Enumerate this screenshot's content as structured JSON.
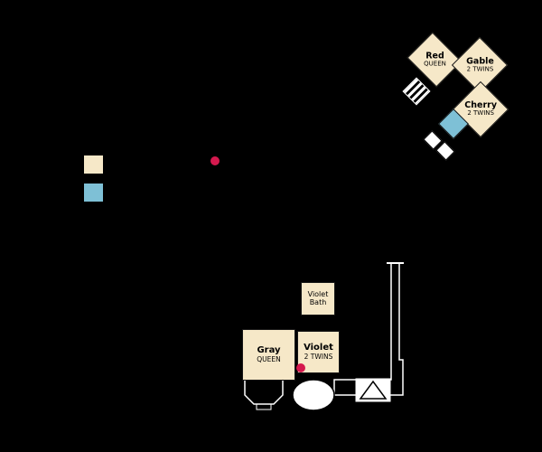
{
  "colors": {
    "background": "#000000",
    "guest_room_fill": "#F6E8C8",
    "bathroom_fill": "#7EC0D6",
    "marker_red": "#D5194E",
    "outline_white": "#FFFFFF"
  },
  "legend": {
    "swatches": [
      {
        "name": "guest-room-color",
        "color": "#F6E8C8"
      },
      {
        "name": "bathroom-color",
        "color": "#7EC0D6"
      }
    ]
  },
  "rooms": {
    "red": {
      "name": "Red",
      "beds": "QUEEN"
    },
    "gable": {
      "name": "Gable",
      "beds": "2 TWINS"
    },
    "cherry": {
      "name": "Cherry",
      "beds": "2 TWINS"
    },
    "violet_bath": {
      "name": "Violet",
      "beds": "Bath"
    },
    "gray": {
      "name": "Gray",
      "beds": "QUEEN"
    },
    "violet": {
      "name": "Violet",
      "beds": "2 TWINS"
    }
  }
}
